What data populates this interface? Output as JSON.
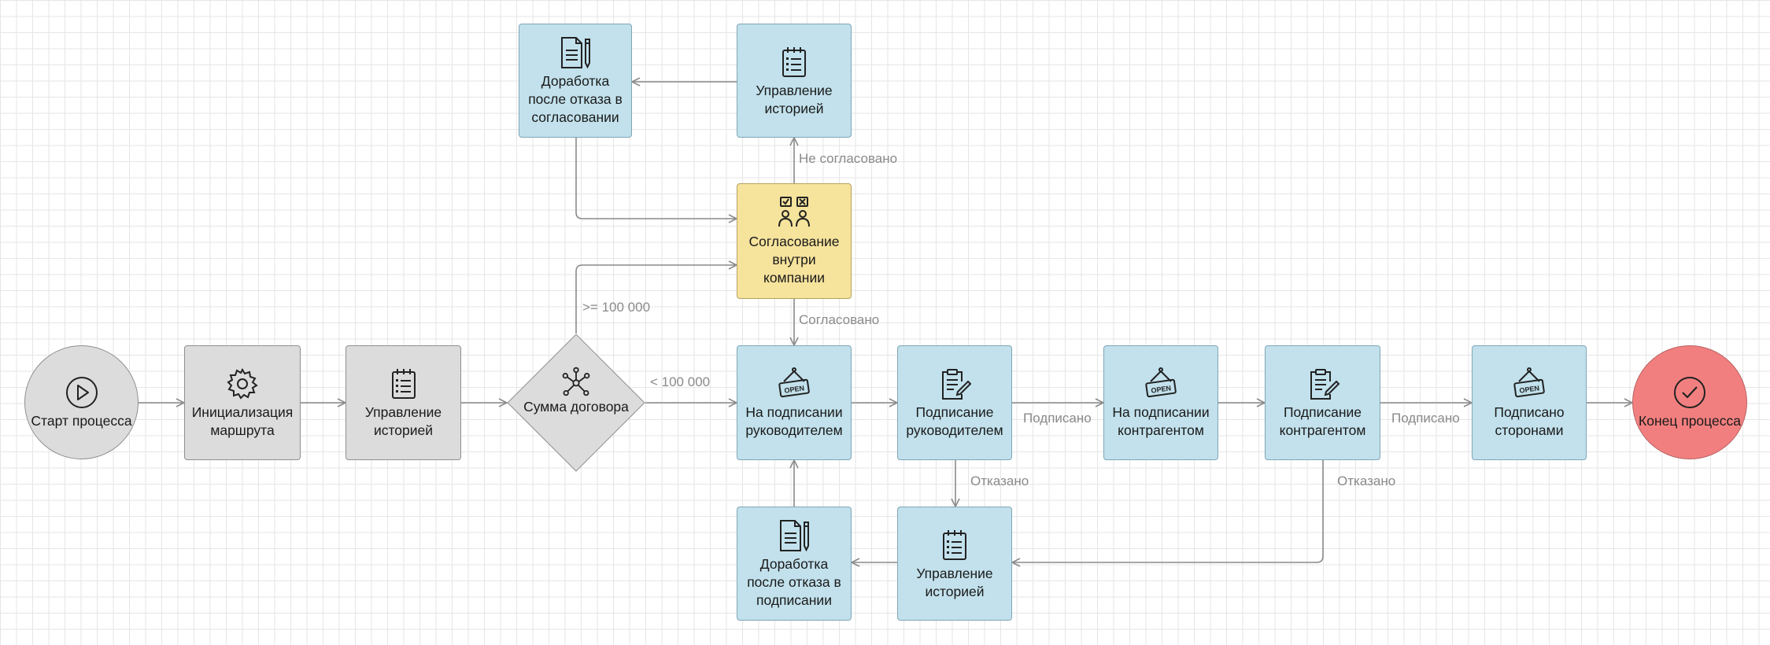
{
  "nodes": {
    "start": "Старт процесса",
    "init_route": "Инициализация маршрута",
    "history_main": "Управление историей",
    "gateway_sum": "Сумма договора",
    "rework_approval": "Доработка после отказа в согласовании",
    "history_top": "Управление историей",
    "approval_internal": "Согласование внутри компании",
    "on_sign_manager": "На подписании руководителем",
    "sign_manager": "Подписание руководителем",
    "on_sign_contractor": "На подписании контрагентом",
    "sign_contractor": "Подписание контрагентом",
    "signed_parties": "Подписано сторонами",
    "end": "Конец процесса",
    "rework_signing": "Доработка после отказа в подписании",
    "history_bottom": "Управление историей"
  },
  "edge_labels": {
    "not_approved": "Не согласовано",
    "gte_100k": ">= 100 000",
    "approved": "Согласовано",
    "lt_100k": "< 100 000",
    "signed_1": "Подписано",
    "signed_2": "Подписано",
    "refused_1": "Отказано",
    "refused_2": "Отказано"
  },
  "colors": {
    "task_blue": "#c2e1ec",
    "task_gray": "#dcdcdc",
    "task_yellow": "#f6e39c",
    "start_gray": "#dcdcdc",
    "end_red": "#f27f7f",
    "connector": "#8a8a8a"
  },
  "icons": {
    "start": "play-icon",
    "init_route": "gear-icon",
    "history": "checklist-notepad-icon",
    "gateway": "network-nodes-icon",
    "rework": "document-pencil-icon",
    "approval": "voting-people-icon",
    "open_sign": "open-sign-icon",
    "sign": "clipboard-pencil-icon",
    "end": "checkmark-icon"
  }
}
